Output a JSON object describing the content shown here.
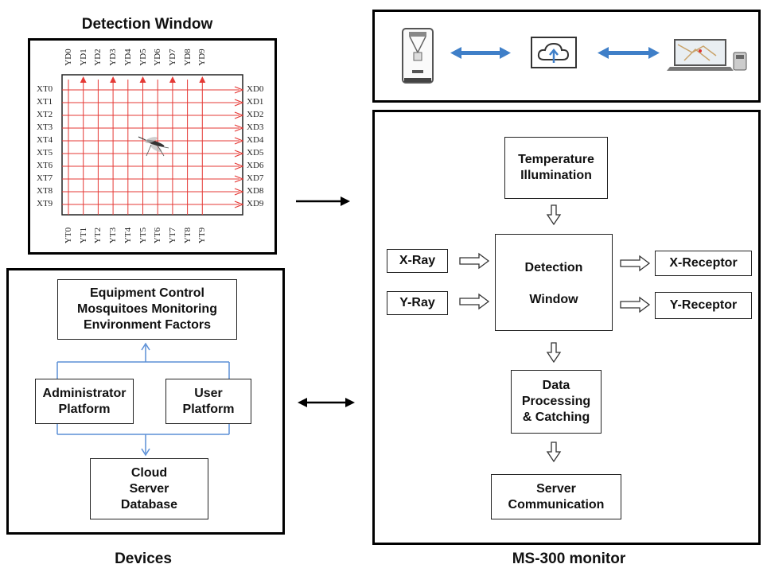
{
  "titles": {
    "detection_window": "Detection Window",
    "devices": "Devices",
    "ms300": "MS-300 monitor"
  },
  "grid": {
    "top_labels": [
      "YD0",
      "YD1",
      "YD2",
      "YD3",
      "YD4",
      "YD5",
      "YD6",
      "YD7",
      "YD8",
      "YD9"
    ],
    "bottom_labels": [
      "YT0",
      "YT1",
      "YT2",
      "YT3",
      "YT4",
      "YT5",
      "YT6",
      "YT7",
      "YT8",
      "YT9"
    ],
    "left_labels": [
      "XT0",
      "XT1",
      "XT2",
      "XT3",
      "XT4",
      "XT5",
      "XT6",
      "XT7",
      "XT8",
      "XT9"
    ],
    "right_labels": [
      "XD0",
      "XD1",
      "XD2",
      "XD3",
      "XD4",
      "XD5",
      "XD6",
      "XD7",
      "XD8",
      "XD9"
    ],
    "ray_color": "#e53935"
  },
  "devices": {
    "top": "Equipment Control\nMosquitoes Monitoring\nEnvironment Factors",
    "admin": "Administrator\nPlatform",
    "user": "User\nPlatform",
    "cloud": "Cloud\nServer\nDatabase",
    "line_color": "#5b8fd6"
  },
  "monitor": {
    "temp": "Temperature\nIllumination",
    "xray": "X-Ray",
    "yray": "Y-Ray",
    "detection_a": "Detection",
    "detection_b": "Window",
    "xreceptor": "X-Receptor",
    "yreceptor": "Y-Receptor",
    "data": "Data\nProcessing\n& Catching",
    "server": "Server\nCommunication"
  },
  "top_flow": {
    "icons": [
      "device-icon",
      "cloud-upload-icon",
      "laptop-icon"
    ],
    "arrow_color": "#3f7fc8"
  }
}
